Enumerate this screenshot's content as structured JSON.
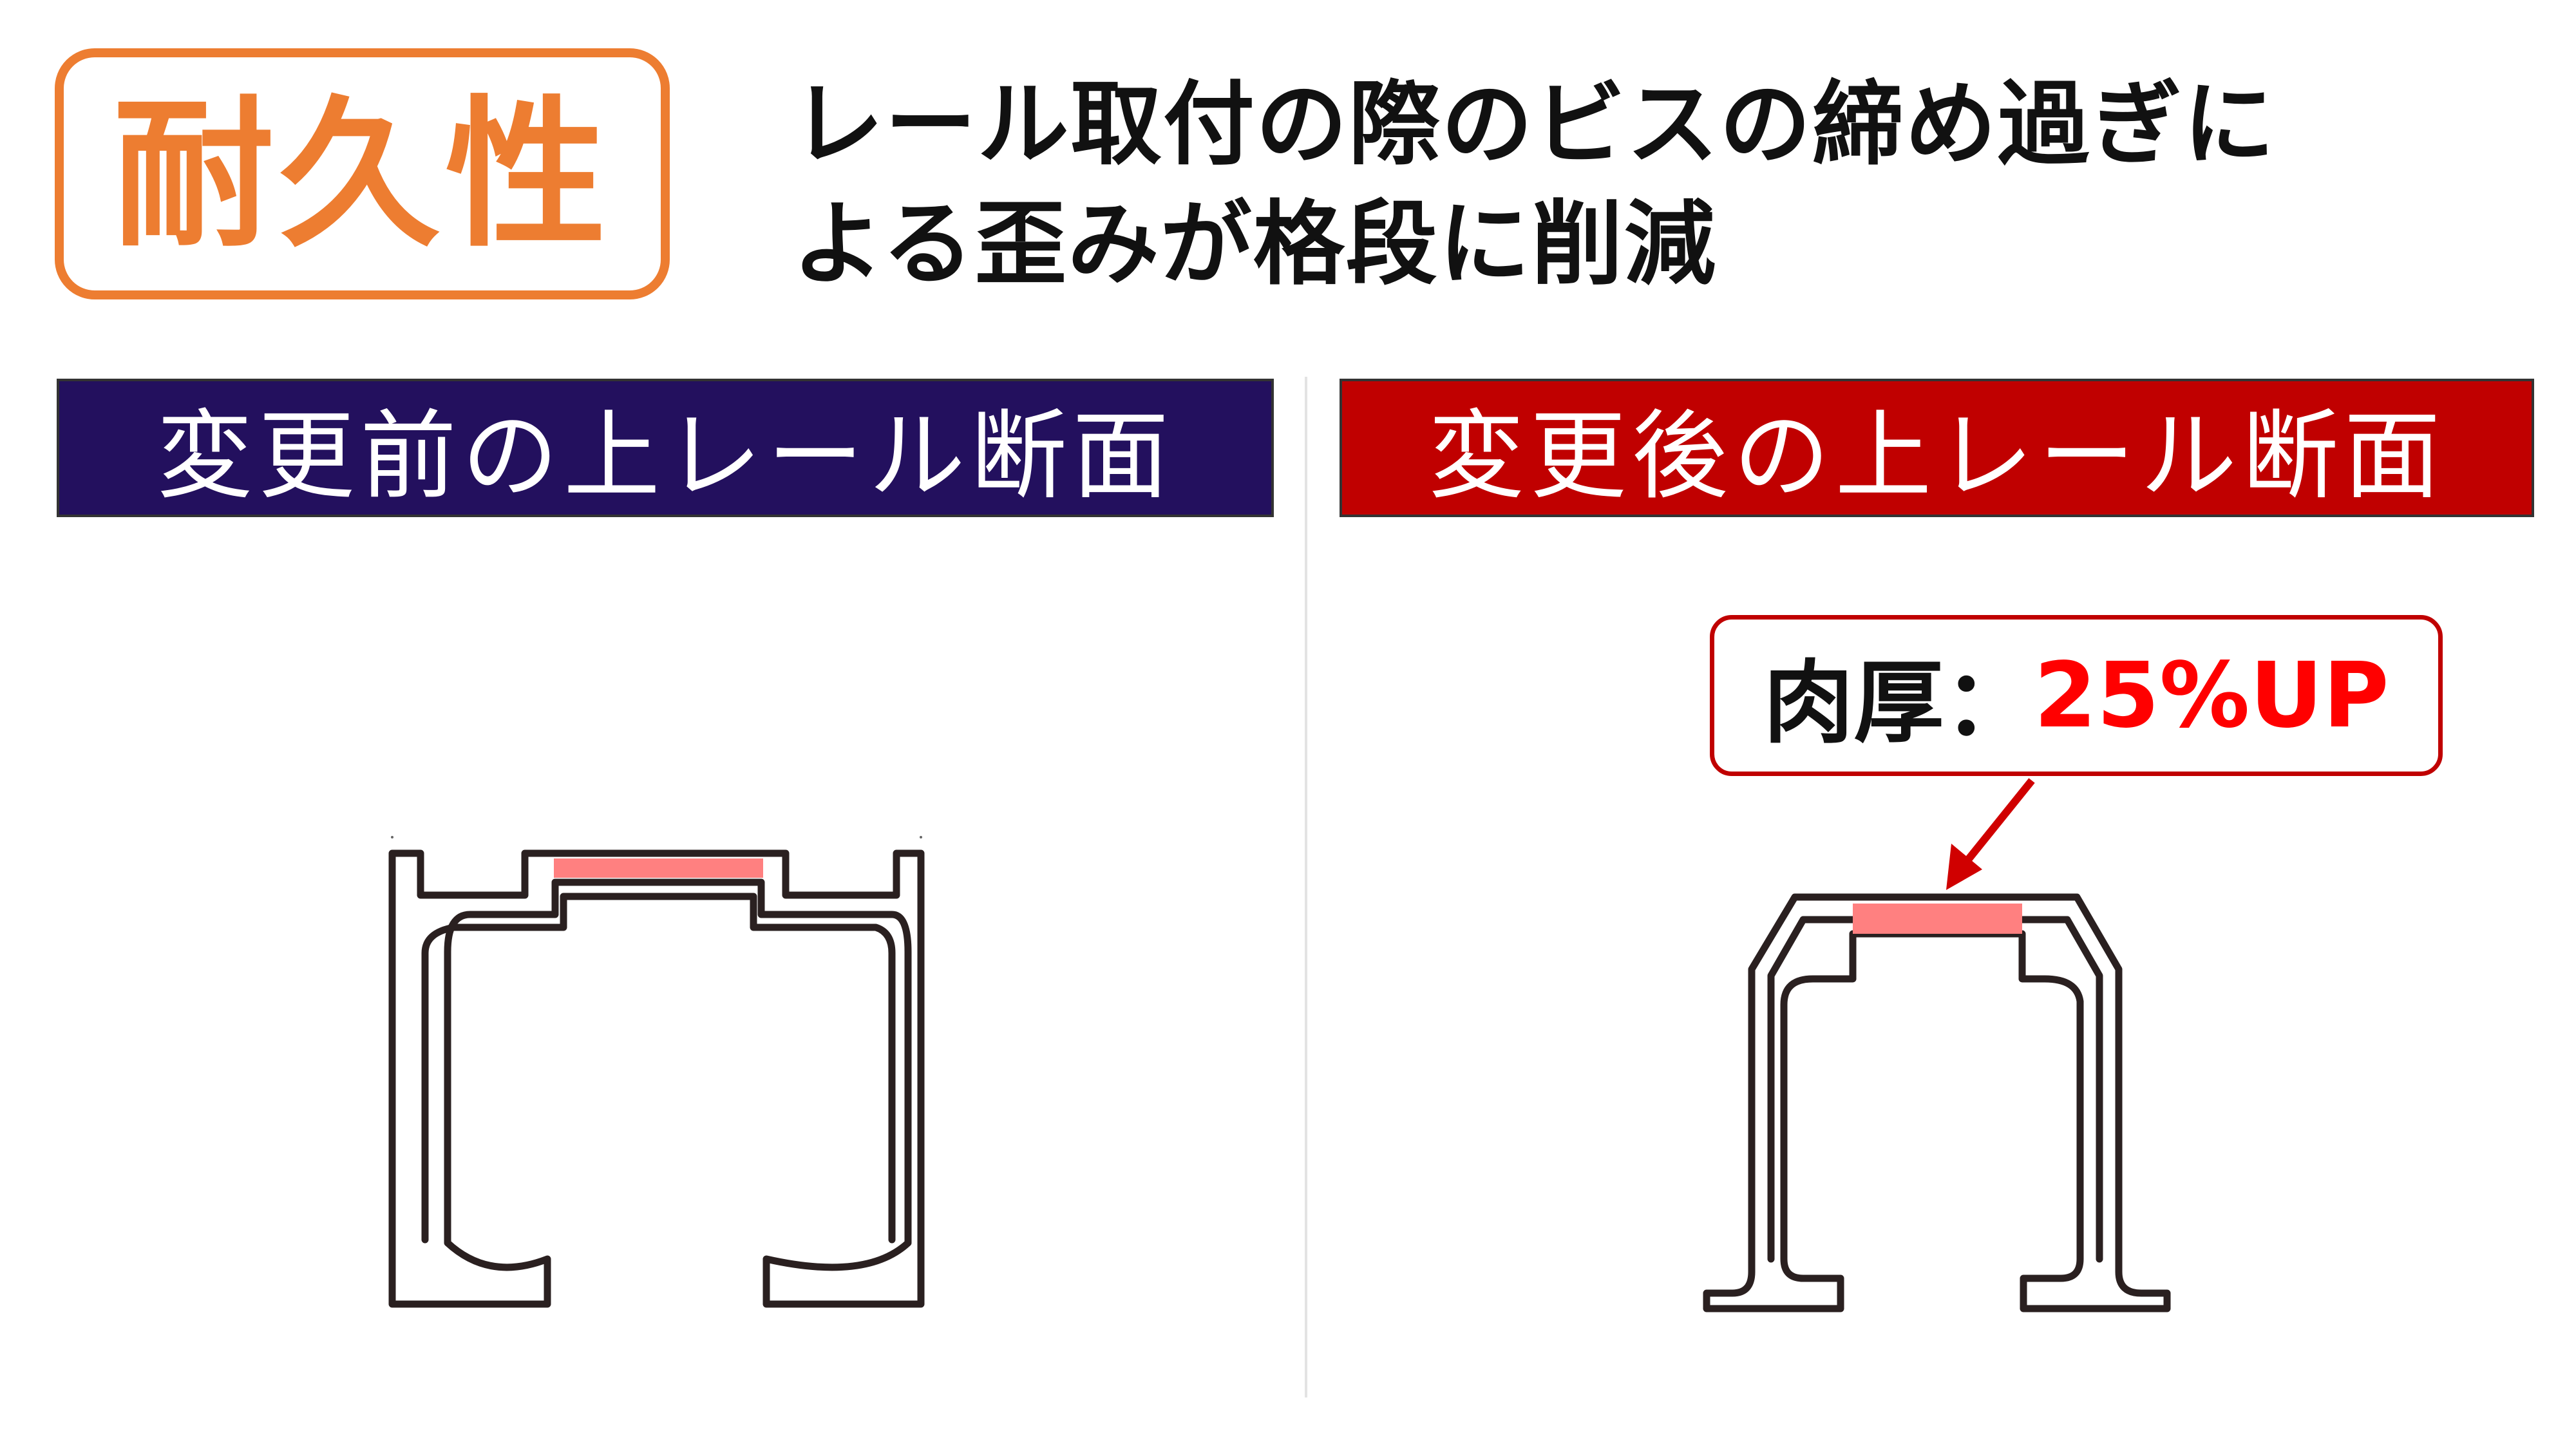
{
  "badge": {
    "text": "耐久性"
  },
  "headline": {
    "line1": "レール取付の際のビスの締め過ぎに",
    "line2": "よる歪みが格段に削減"
  },
  "panels": {
    "before": {
      "title": "変更前の上レール断面"
    },
    "after": {
      "title": "変更後の上レール断面"
    }
  },
  "callout": {
    "label": "肉厚：",
    "value": "25%UP"
  },
  "colors": {
    "accent_orange": "#ED7D31",
    "before_header": "#23105E",
    "after_header": "#C00000",
    "highlight": "#FF8080",
    "callout_red": "#FF0000"
  }
}
